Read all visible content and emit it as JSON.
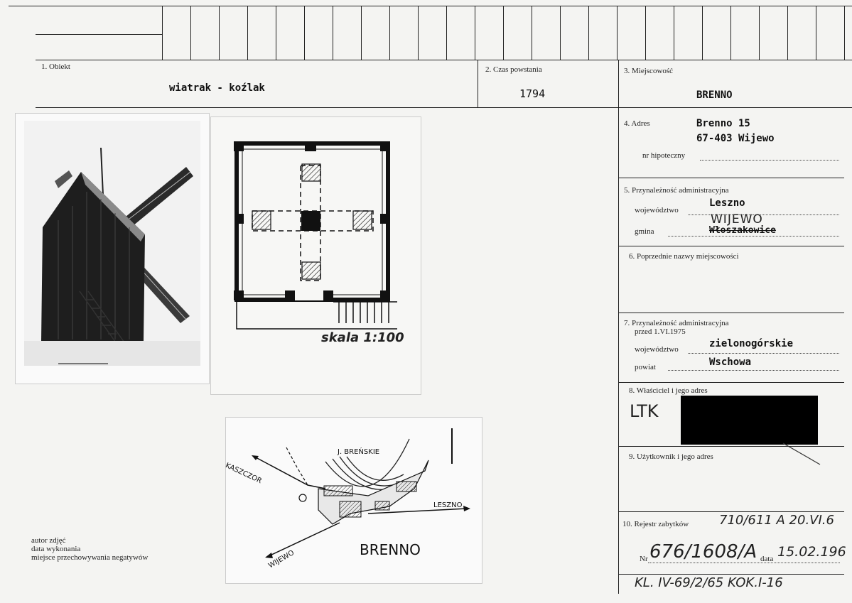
{
  "fields": {
    "obiekt": {
      "label": "1. Obiekt",
      "value": "wiatrak - koźlak"
    },
    "czas": {
      "label": "2. Czas powstania",
      "value": "1794"
    },
    "miejscowosc": {
      "label": "3. Miejscowość",
      "value": "BRENNO"
    },
    "adres": {
      "label": "4. Adres",
      "line1": "Brenno 15",
      "line2": "67-403 Wijewo",
      "hipoteczny_label": "nr hipoteczny"
    },
    "admin": {
      "label": "5. Przynależność administracyjna",
      "woj_label": "województwo",
      "woj_value": "Leszno",
      "gmina_label": "gmina",
      "gmina_value": "Włoszakowice",
      "gmina_hand": "WIJEWO"
    },
    "poprzednie": {
      "label": "6. Poprzednie nazwy miejscowości"
    },
    "admin_przed": {
      "label": "7. Przynależność administracyjna",
      "label2": "przed 1.VI.1975",
      "woj_label": "województwo",
      "woj_value": "zielonogórskie",
      "powiat_label": "powiat",
      "powiat_value": "Wschowa"
    },
    "wlasciciel": {
      "label": "8. Właściciel i jego adres",
      "value": "LTK"
    },
    "uzytkownik": {
      "label": "9. Użytkownik i jego adres"
    },
    "rejestr": {
      "label": "10. Rejestr zabytków",
      "value": "710/611 A 20.VI.6",
      "nr_label": "Nr",
      "nr_value": "676/1608/A",
      "data_label": "data",
      "data_value": "15.02.196"
    },
    "footer_hand": "KL. IV-69/2/65  KOK.I-16"
  },
  "plan": {
    "scale": "skala 1:100"
  },
  "map": {
    "brenno": "BRENNO",
    "jezioro": "J. BREŃSKIE",
    "kaszczor": "KASZCZOR",
    "leszno": "LESZNO",
    "wijewo": "WIJEWO"
  },
  "photo_meta": {
    "autor": "autor zdjęć",
    "data": "data wykonania",
    "miejsce": "miejsce przechowywania negatywów"
  }
}
